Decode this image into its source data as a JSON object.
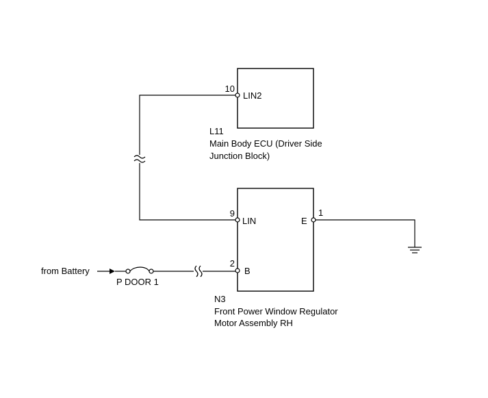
{
  "ecu": {
    "pin_number": "10",
    "pin_label": "LIN2",
    "connector_id": "L11",
    "name_line1": "Main Body ECU (Driver Side",
    "name_line2": "Junction Block)"
  },
  "motor": {
    "lin_pin_number": "9",
    "lin_pin_label": "LIN",
    "b_pin_number": "2",
    "b_pin_label": "B",
    "e_pin_number": "1",
    "e_pin_label": "E",
    "connector_id": "N3",
    "name_line1": "Front Power Window Regulator",
    "name_line2": "Motor Assembly RH"
  },
  "power": {
    "source_label": "from Battery",
    "fuse_label": "P DOOR 1"
  },
  "icons": {
    "ground": "ground-icon",
    "fuse": "fuse-icon",
    "wire_break": "wire-break-icon",
    "arrow": "arrow-right-icon"
  }
}
